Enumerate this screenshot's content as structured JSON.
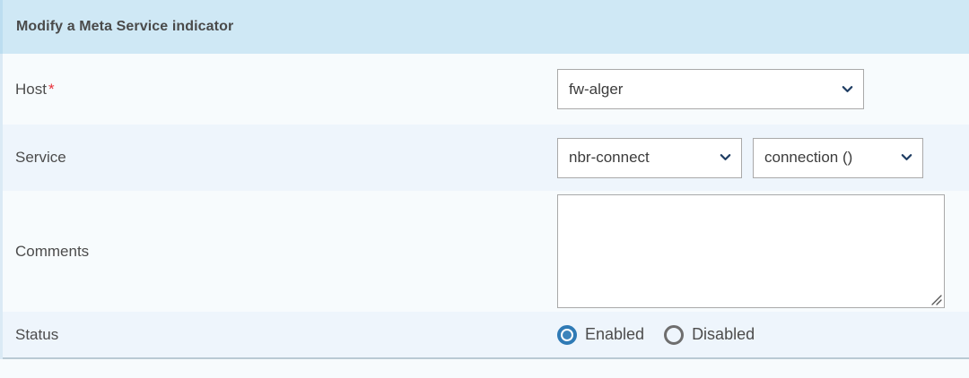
{
  "header": {
    "title": "Modify a Meta Service indicator"
  },
  "colors": {
    "header_bg": "#cfe8f5",
    "row_bg": "#f7fbfd",
    "row_bg_alt": "#eef5fc",
    "accent_blue": "#3d84bb",
    "required_red": "#e8303a",
    "label_text": "#4c4c4c",
    "field_border": "#a9a9a9"
  },
  "form": {
    "host": {
      "label": "Host",
      "required_marker": "*",
      "select_value": "fw-alger",
      "chevron_icon": "chevron-down-icon"
    },
    "service": {
      "label": "Service",
      "select_value": "nbr-connect",
      "instance_value": "connection ()",
      "chevron_icon": "chevron-down-icon"
    },
    "comments": {
      "label": "Comments",
      "value": "",
      "placeholder": ""
    },
    "status": {
      "label": "Status",
      "options": [
        {
          "label": "Enabled",
          "selected": true
        },
        {
          "label": "Disabled",
          "selected": false
        }
      ]
    }
  }
}
